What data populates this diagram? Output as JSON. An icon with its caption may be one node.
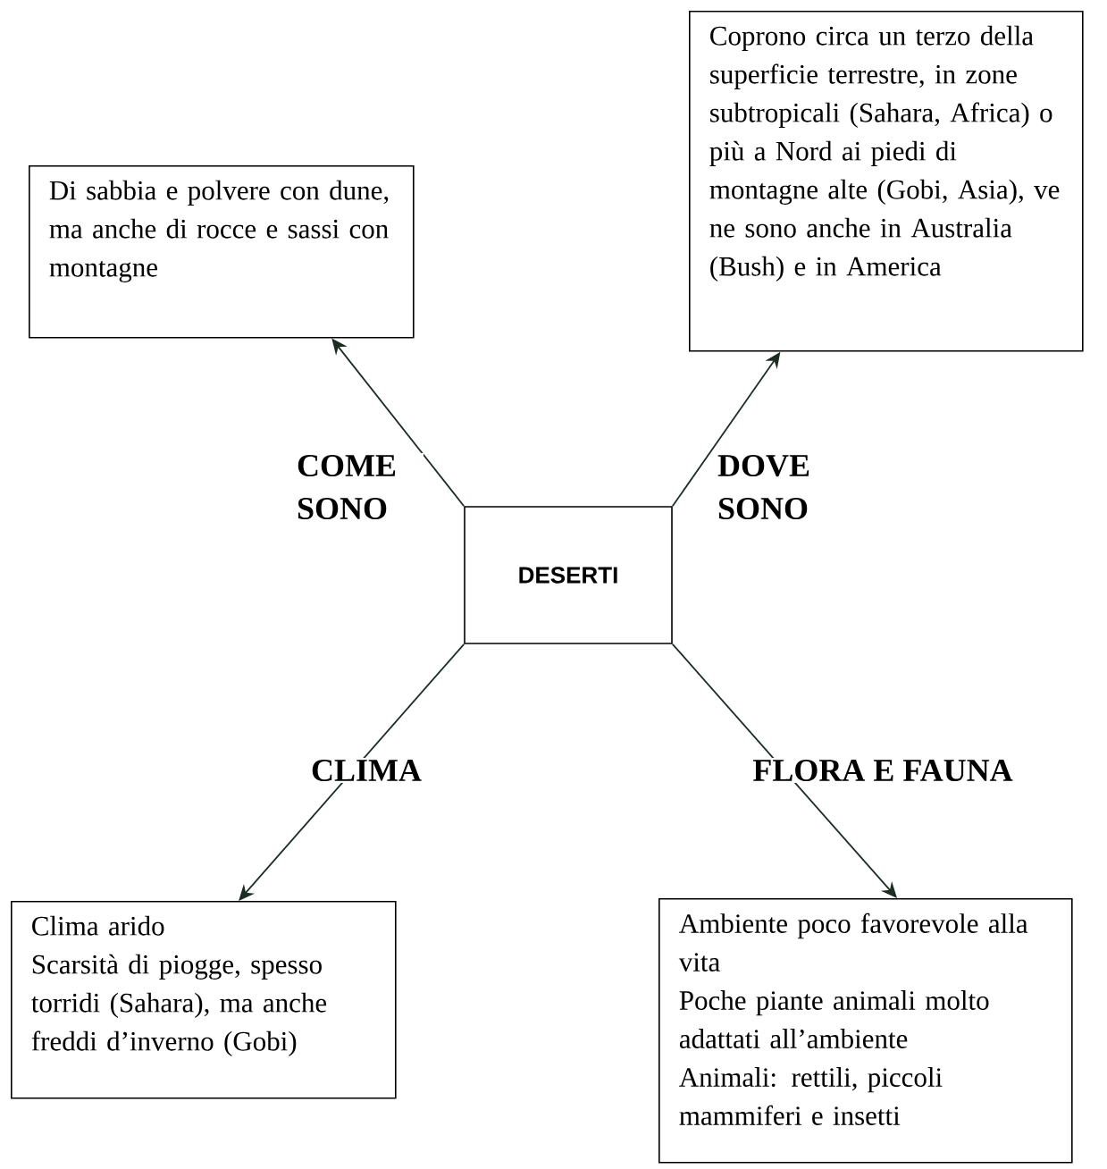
{
  "diagram": {
    "nodes": [
      {
        "text": [
          "DESERTI"
        ]
      },
      {
        "text": [
          "Di sabbia e polvere con dune, ma anche di rocce e sassi con montagne"
        ]
      },
      {
        "text": [
          "Coprono circa un terzo della superficie terrestre, in zone subtropicali (Sahara, Africa) o più a Nord ai piedi di montagne alte (Gobi, Asia), ve ne sono anche in Australia (Bush) e in America"
        ]
      },
      {
        "text": [
          "Clima arido",
          "Scarsità di piogge, spesso torridi (Sahara), ma anche freddi d’inverno (Gobi)"
        ]
      },
      {
        "text": [
          "Ambiente poco favorevole alla vita",
          "Poche piante animali molto adattati all’ambiente",
          "Animali: rettili, piccoli mammiferi e insetti"
        ]
      }
    ],
    "edges": [
      {
        "from": 0,
        "to": 1,
        "arrow": "to",
        "label": "COME SONO"
      },
      {
        "from": 0,
        "to": 2,
        "arrow": "to",
        "label": "DOVE SONO"
      },
      {
        "from": 0,
        "to": 3,
        "arrow": "to",
        "label": "CLIMA"
      },
      {
        "from": 0,
        "to": 4,
        "arrow": "to",
        "label": "FLORA E FAUNA"
      }
    ]
  }
}
